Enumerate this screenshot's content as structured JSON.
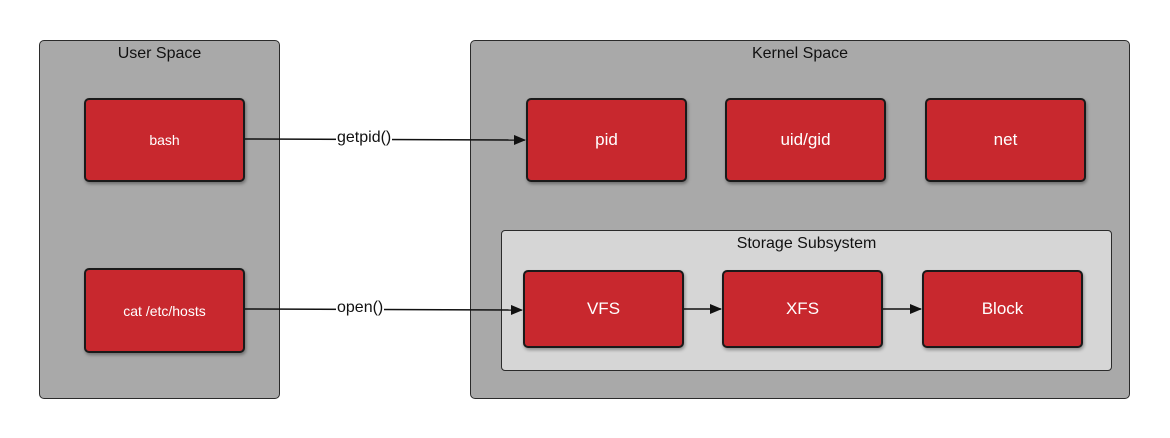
{
  "user_space": {
    "title": "User Space",
    "processes": [
      {
        "label": "bash"
      },
      {
        "label": "cat /etc/hosts"
      }
    ]
  },
  "kernel_space": {
    "title": "Kernel Space",
    "namespaces": [
      {
        "label": "pid"
      },
      {
        "label": "uid/gid"
      },
      {
        "label": "net"
      }
    ],
    "storage": {
      "title": "Storage Subsystem",
      "layers": [
        {
          "label": "VFS"
        },
        {
          "label": "XFS"
        },
        {
          "label": "Block"
        }
      ]
    }
  },
  "calls": [
    {
      "label": "getpid()"
    },
    {
      "label": "open()"
    }
  ],
  "colors": {
    "box_fill": "#c8282e",
    "panel_fill": "#a9a9a9",
    "subpanel_fill": "#d6d6d6"
  }
}
